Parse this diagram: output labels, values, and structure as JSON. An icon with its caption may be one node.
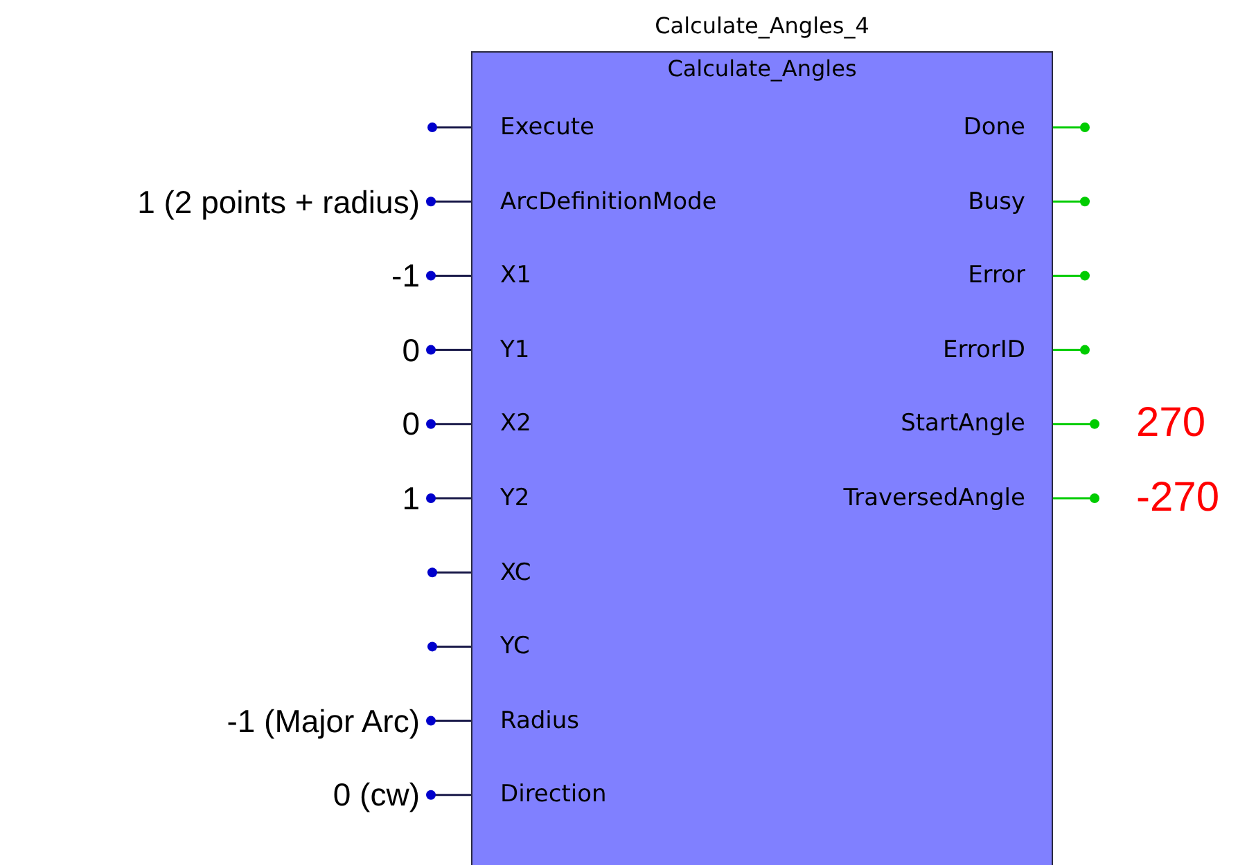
{
  "diagram": {
    "nodes": [
      {
        "text": [
          "Calculate_Angles_4",
          "Calculate_Angles"
        ]
      },
      {
        "text": [
          "Execute"
        ],
        "in": 0
      },
      {
        "text": [
          "ArcDefinitionMode"
        ],
        "in": 0
      },
      {
        "text": [
          "X1"
        ],
        "in": 0
      },
      {
        "text": [
          "Y1"
        ],
        "in": 0
      },
      {
        "text": [
          "X2"
        ],
        "in": 0
      },
      {
        "text": [
          "Y2"
        ],
        "in": 0
      },
      {
        "text": [
          "XC"
        ],
        "in": 0
      },
      {
        "text": [
          "YC"
        ],
        "in": 0
      },
      {
        "text": [
          "Radius"
        ],
        "in": 0
      },
      {
        "text": [
          "Direction"
        ],
        "in": 0
      },
      {
        "text": [
          "Done"
        ],
        "in": 0
      },
      {
        "text": [
          "Busy"
        ],
        "in": 0
      },
      {
        "text": [
          "Error"
        ],
        "in": 0
      },
      {
        "text": [
          "ErrorID"
        ],
        "in": 0
      },
      {
        "text": [
          "StartAngle"
        ],
        "in": 0
      },
      {
        "text": [
          "TraversedAngle"
        ],
        "in": 0
      },
      {
        "text": [
          "1 (2 points + radius)"
        ]
      },
      {
        "text": [
          "-1"
        ]
      },
      {
        "text": [
          "0"
        ]
      },
      {
        "text": [
          "0"
        ]
      },
      {
        "text": [
          "1"
        ]
      },
      {
        "text": [
          "-1 (Major Arc)"
        ]
      },
      {
        "text": [
          "0 (cw)"
        ]
      },
      {
        "text": [
          "270"
        ]
      },
      {
        "text": [
          "-270"
        ]
      }
    ],
    "edges": [
      {
        "from": null,
        "to": 1,
        "arrow": "other"
      },
      {
        "from": 17,
        "to": 2,
        "arrow": "other"
      },
      {
        "from": 18,
        "to": 3,
        "arrow": "other"
      },
      {
        "from": 19,
        "to": 4,
        "arrow": "other"
      },
      {
        "from": 20,
        "to": 5,
        "arrow": "other"
      },
      {
        "from": 21,
        "to": 6,
        "arrow": "other"
      },
      {
        "from": null,
        "to": 7,
        "arrow": "other"
      },
      {
        "from": null,
        "to": 8,
        "arrow": "other"
      },
      {
        "from": 22,
        "to": 9,
        "arrow": "other"
      },
      {
        "from": 23,
        "to": 10,
        "arrow": "other"
      },
      {
        "from": null,
        "to": 11,
        "arrow": "other",
        "color": "#00cc00"
      },
      {
        "from": null,
        "to": 12,
        "arrow": "other",
        "color": "#00cc00"
      },
      {
        "from": null,
        "to": 13,
        "arrow": "other",
        "color": "#00cc00"
      },
      {
        "from": null,
        "to": 14,
        "arrow": "other",
        "color": "#00cc00"
      },
      {
        "from": 24,
        "to": 15,
        "arrow": "other",
        "color": "#00cc00"
      },
      {
        "from": 25,
        "to": 16,
        "arrow": "other",
        "color": "#00cc00"
      }
    ]
  }
}
